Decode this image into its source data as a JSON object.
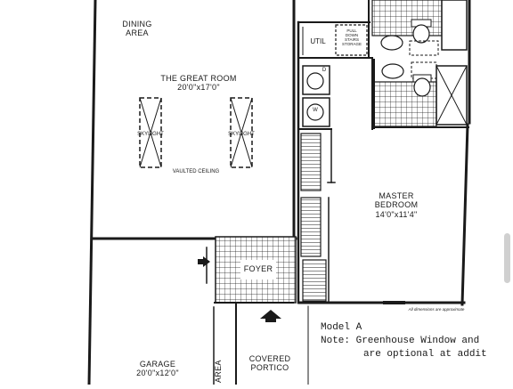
{
  "rooms": {
    "dining": {
      "name": "DINING",
      "name2": "AREA"
    },
    "great_room": {
      "name": "THE GREAT ROOM",
      "size": "20'0\"x17'0\""
    },
    "skylights": [
      "SKYLIGHT",
      "SKYLIGHT"
    ],
    "ceiling": "VAULTED CEILING",
    "util": "UTIL",
    "stairs": {
      "line1": "PULL",
      "line2": "DOWN",
      "line3": "STAIRS",
      "line4": "STORAGE"
    },
    "washer_dryer": {
      "dryer": "D",
      "washer": "W"
    },
    "master": {
      "name": "MASTER",
      "name2": "BEDROOM",
      "size": "14'0\"x11'4\""
    },
    "foyer": "FOYER",
    "garage": {
      "name": "GARAGE",
      "size": "20'0\"x12'0\""
    },
    "area_fragment": "AREA",
    "portico": {
      "name": "COVERED",
      "name2": "PORTICO"
    },
    "dimensions_note": "All dimensions are approximate"
  },
  "notes": {
    "model": "Model A",
    "line1": "Note: Greenhouse Window and",
    "line2": "are optional at addit"
  },
  "colors": {
    "ink": "#1a1a1a",
    "paper": "#ffffff",
    "scrollbar": "#d0d0d0"
  }
}
